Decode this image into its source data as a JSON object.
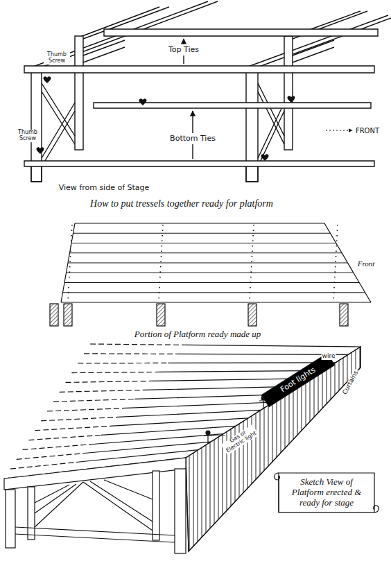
{
  "diagram": {
    "nodes": [
      {
        "text": [
          "Sketch View of Platform erected & ready for stage"
        ]
      }
    ],
    "labels": [
      "Top Ties",
      "Thumb Screw",
      "FRONT",
      "Thumb Screw",
      "Bottom Ties",
      "View from side of Stage",
      "How to put tressels together ready for platform",
      "Front",
      "Portion of Platform ready made up",
      "wire",
      "Foot lights",
      "Curtains",
      "Gas or Electric light"
    ]
  }
}
